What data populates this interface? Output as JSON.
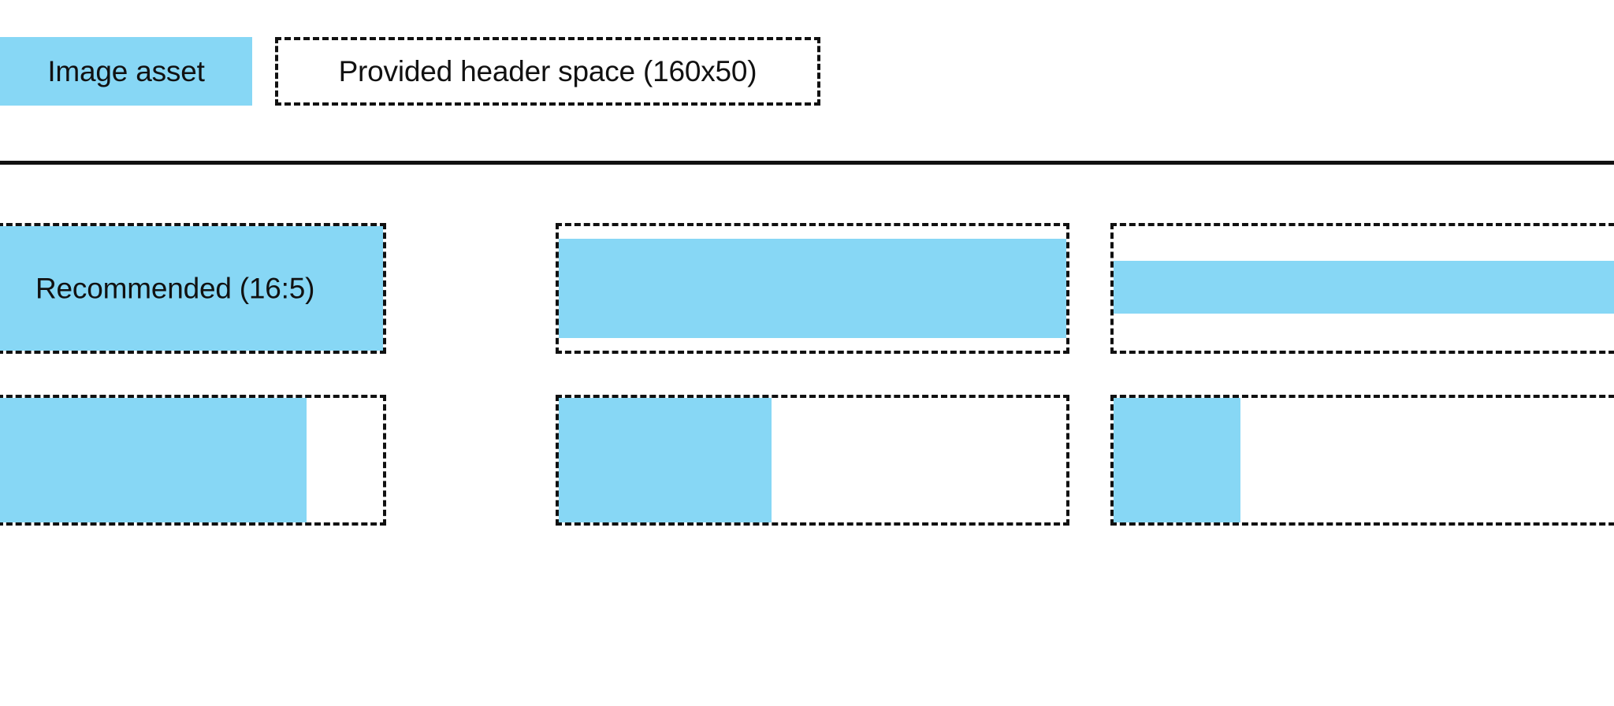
{
  "colors": {
    "asset_blue": "#87d7f5",
    "outline": "#111111",
    "background": "#ffffff"
  },
  "legend": {
    "swatch_label": "Image asset",
    "box_label": "Provided header space (160x50)"
  },
  "grid": {
    "rows": [
      {
        "tiles": [
          {
            "label": "Recommended (16:5)",
            "fill": {
              "left_pct": 0,
              "top_pct": 0,
              "width_pct": 100,
              "height_pct": 100
            }
          },
          {
            "label": "",
            "fill": {
              "left_pct": 0,
              "top_pct": 10,
              "width_pct": 100,
              "height_pct": 80
            }
          },
          {
            "label": "",
            "fill": {
              "left_pct": 0,
              "top_pct": 28,
              "width_pct": 100,
              "height_pct": 42
            }
          }
        ]
      },
      {
        "tiles": [
          {
            "label": "",
            "fill": {
              "left_pct": 0,
              "top_pct": 0,
              "width_pct": 80,
              "height_pct": 100
            }
          },
          {
            "label": "",
            "fill": {
              "left_pct": 0,
              "top_pct": 0,
              "width_pct": 42,
              "height_pct": 100
            }
          },
          {
            "label": "",
            "fill": {
              "left_pct": 0,
              "top_pct": 0,
              "width_pct": 25,
              "height_pct": 100
            }
          }
        ]
      }
    ]
  }
}
